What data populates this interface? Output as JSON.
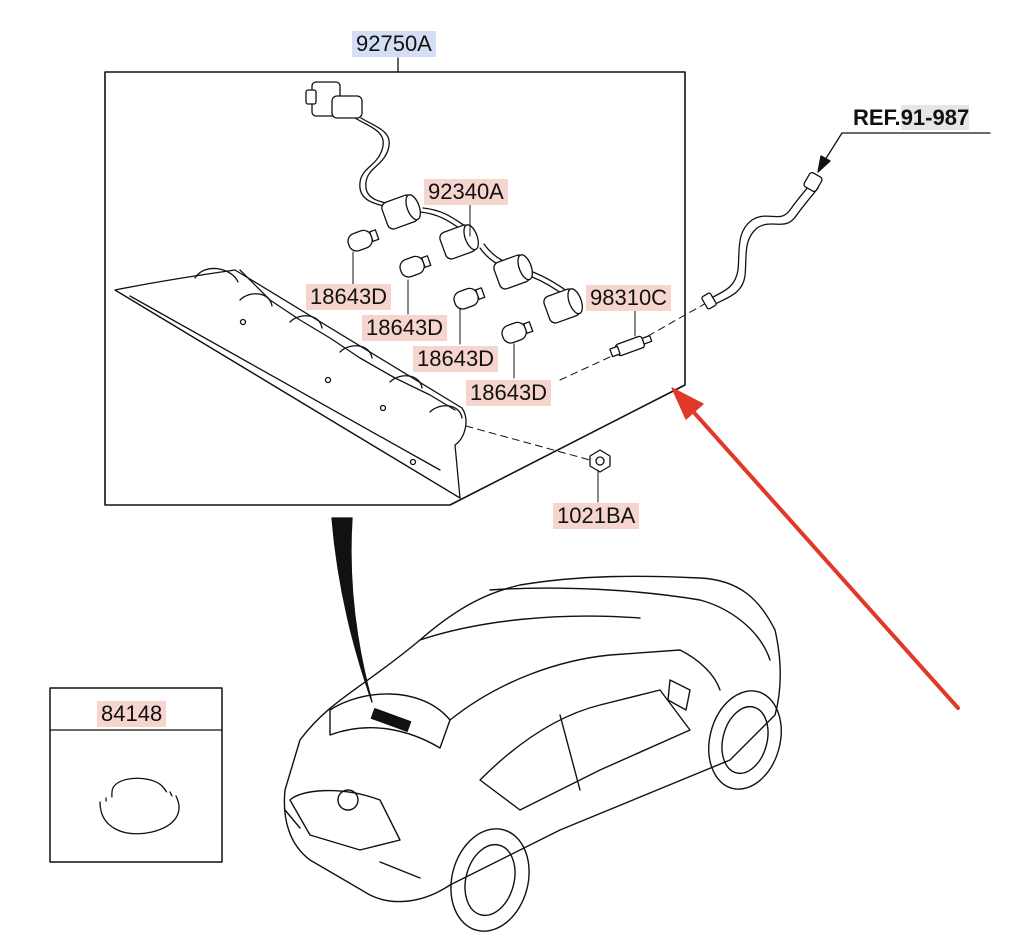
{
  "diagram": {
    "assembly_label": "92750A",
    "ref_prefix": "REF.",
    "ref_number": "91-987",
    "socket_label": "92340A",
    "bulb_labels": [
      "18643D",
      "18643D",
      "18643D",
      "18643D"
    ],
    "connector_label": "98310C",
    "clip_label": "1021BA",
    "inset_label": "84148",
    "colors": {
      "callout_highlight": "#f6d5cf",
      "assembly_highlight": "#d4def5",
      "ref_highlight": "#e6e6e6",
      "arrow": "#e0392a",
      "line": "#111111"
    }
  }
}
